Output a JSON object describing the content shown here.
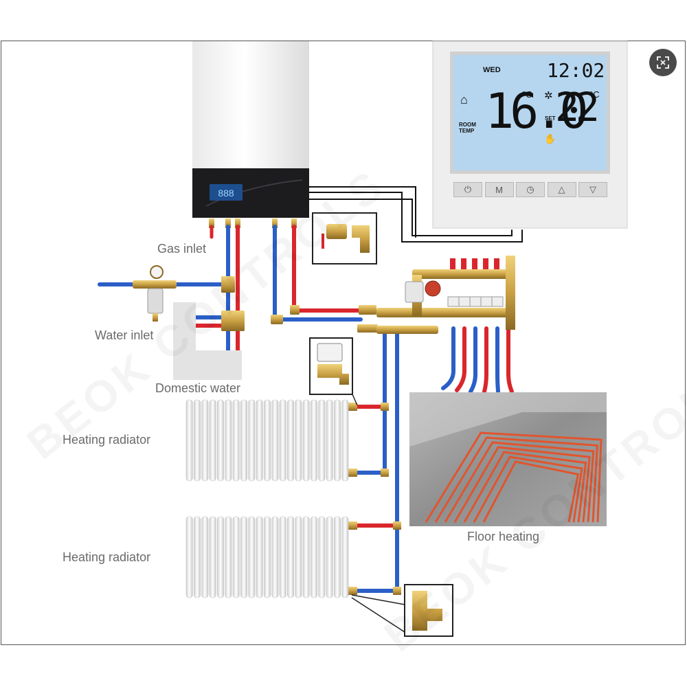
{
  "labels": {
    "gas_inlet": "Gas inlet",
    "water_inlet": "Water inlet",
    "domestic_water": "Domestic water",
    "radiator_1": "Heating radiator",
    "radiator_2": "Heating radiator",
    "floor_heating": "Floor heating"
  },
  "thermostat": {
    "day": "WED",
    "time": "12:02",
    "room_temp": "16.0",
    "room_temp_unit": "°C",
    "room_label": "ROOM\nTEMP",
    "set_temp": "22",
    "set_temp_unit": "°C",
    "set_label": "SET",
    "buttons": [
      "⏻",
      "M",
      "◷",
      "△",
      "▽"
    ]
  },
  "boiler": {
    "display": "888"
  },
  "watermark": "BEOK CONTROLS",
  "colors": {
    "hot_pipe": "#d9262c",
    "cold_pipe": "#2b5fc7",
    "brass": "#c9a044",
    "lcd_bg": "#b6d6ef",
    "floor_pipe": "#e0552e"
  },
  "zoom_icon": "zoom-fit-icon"
}
